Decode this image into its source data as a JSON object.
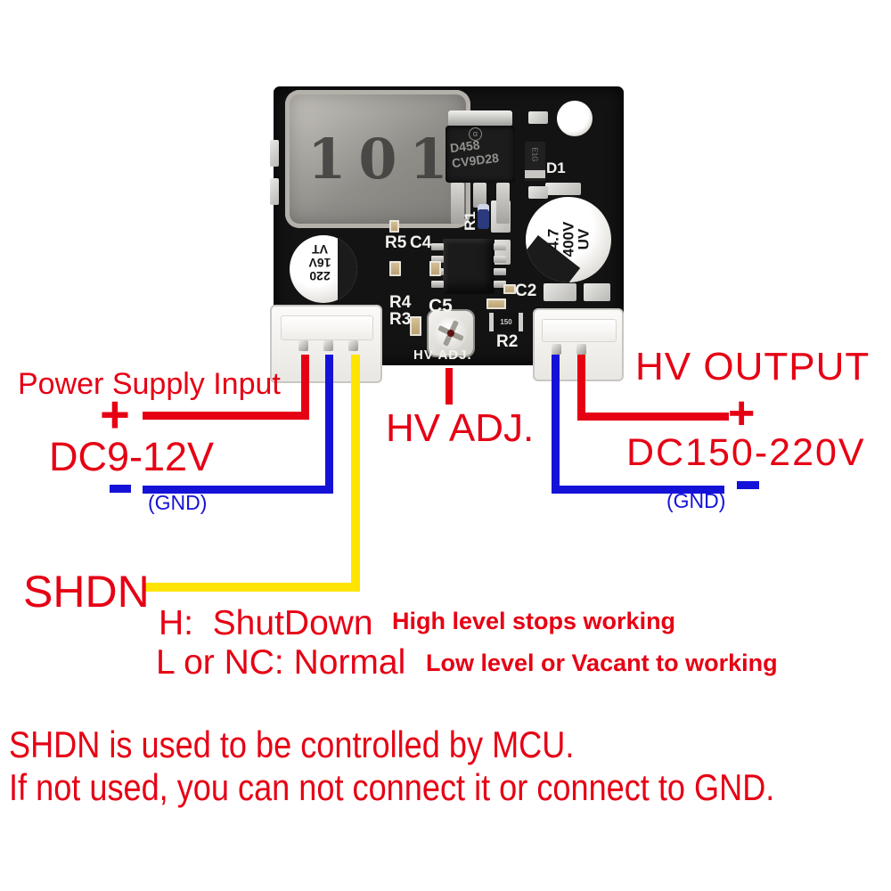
{
  "board": {
    "inductor_marking": "101",
    "mosfet": {
      "line1": "D458",
      "line2": "CV9D28",
      "logo": "a"
    },
    "diode_marking": "E1G",
    "cap_output": {
      "l1": "4.7",
      "l2": "400V",
      "l3": "UV"
    },
    "cap_input": {
      "l1": "220",
      "l2": "16V",
      "l3": "VT"
    },
    "r2_marking": "150",
    "silkscreen": {
      "r5": "R5",
      "c4": "C4",
      "r1": "R1",
      "r4": "R4",
      "r3": "R3",
      "c5": "C5",
      "c2": "C2",
      "r2": "R2",
      "d1": "D1",
      "hv_adj": "HV ADJ."
    }
  },
  "annotations": {
    "input": {
      "title": "Power Supply Input",
      "plus": "+",
      "voltage": "DC9-12V",
      "gnd": "(GND)"
    },
    "hv_adj_label": "HV ADJ.",
    "output": {
      "title": "HV OUTPUT",
      "plus": "+",
      "voltage": "DC150-220V",
      "gnd": "(GND)"
    },
    "shdn": {
      "label": "SHDN",
      "high": "H:  ShutDown",
      "high_note": "High level stops working",
      "low": "L or NC: Normal",
      "low_note": "Low level or Vacant to working"
    },
    "footer": {
      "line1": "SHDN is used to be controlled by MCU.",
      "line2": "If not used, you can not connect it or connect to GND."
    }
  },
  "colors": {
    "positive_wire": "#e60014",
    "negative_wire": "#1512d8",
    "shdn_wire": "#ffe400",
    "annotation_red": "#e60014",
    "annotation_blue": "#1512d8",
    "board_black": "#131313"
  }
}
